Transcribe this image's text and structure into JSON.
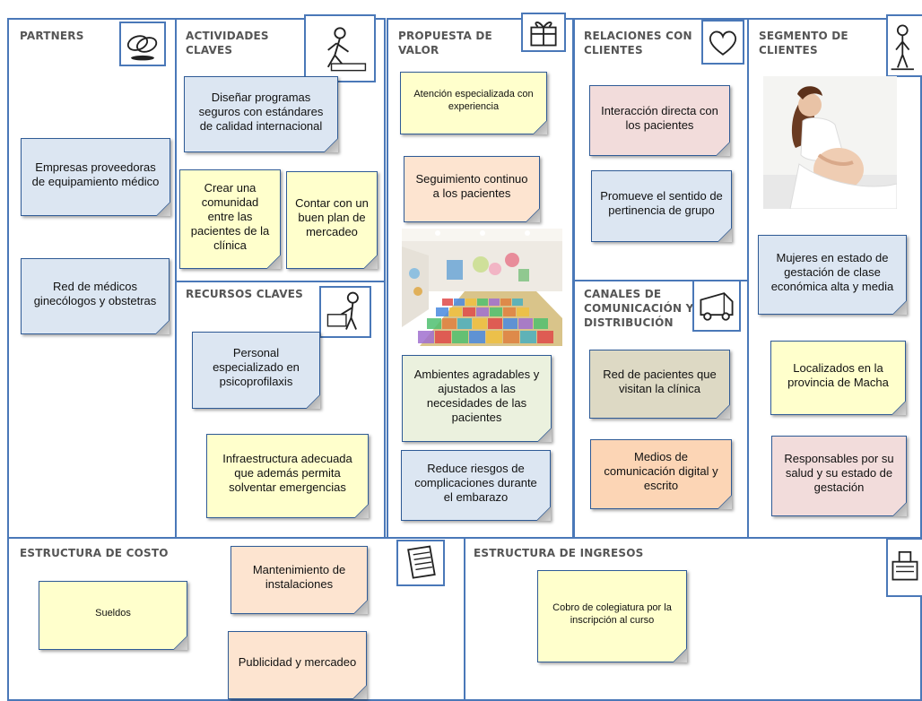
{
  "sections": {
    "partners": "PARTNERS",
    "actividades": "ACTIVIDADES CLAVES",
    "recursos": "RECURSOS CLAVES",
    "propuesta": "PROPUESTA DE VALOR",
    "relaciones": "RELACIONES CON CLIENTES",
    "canales": "CANALES DE COMUNICACIÓN Y DISTRIBUCIÓN",
    "segmento": "SEGMENTO DE CLIENTES",
    "costo": "ESTRUCTURA DE COSTO",
    "ingresos": "ESTRUCTURA DE INGRESOS"
  },
  "icons": {
    "partners": "handshake-rings-icon",
    "actividades": "person-working-icon",
    "recursos": "person-with-box-icon",
    "propuesta": "gift-box-icon",
    "relaciones": "heart-icon",
    "canales": "truck-icon",
    "segmento": "person-standing-icon",
    "costo": "documents-icon",
    "ingresos": "cash-register-icon"
  },
  "notes": {
    "partners": [
      "Empresas proveedoras de equipamiento médico",
      "Red de médicos ginecólogos y obstetras"
    ],
    "actividades": [
      "Diseñar programas seguros con estándares de calidad internacional",
      "Crear una comunidad entre las pacientes de la clínica",
      "Contar con un buen plan de mercadeo"
    ],
    "recursos": [
      "Personal especializado en psicoprofilaxis",
      "Infraestructura adecuada que además permita solventar emergencias"
    ],
    "propuesta": [
      "Atención especializada con experiencia",
      "Seguimiento continuo a los pacientes",
      "Ambientes agradables y ajustados a las necesidades de las pacientes",
      "Reduce riesgos de complicaciones durante el embarazo"
    ],
    "relaciones": [
      "Interacción directa con los pacientes",
      "Promueve el sentido de pertinencia de grupo"
    ],
    "canales": [
      "Red de pacientes que visitan la clínica",
      "Medios de comunicación digital y escrito"
    ],
    "segmento": [
      "Mujeres en estado de gestación de clase económica alta y media",
      "Localizados en la provincia de Macha",
      "Responsables por su salud y su estado de gestación"
    ],
    "costo": [
      "Sueldos",
      "Mantenimiento de instalaciones",
      "Publicidad y mercadeo"
    ],
    "ingresos": [
      "Cobro de colegiatura por la inscripción al curso"
    ]
  },
  "images": {
    "playroom": "playroom-photo",
    "pregnant": "pregnant-woman-photo"
  },
  "colors": {
    "border": "#4a78b8",
    "blue_note": "#dce6f2",
    "yellow_note": "#ffffcc",
    "peach_note": "#fde4d0",
    "pink_note": "#f2dcdb",
    "olive_note": "#ddd9c4",
    "orange_note": "#fcd5b5",
    "lime_note": "#ebf1de"
  }
}
